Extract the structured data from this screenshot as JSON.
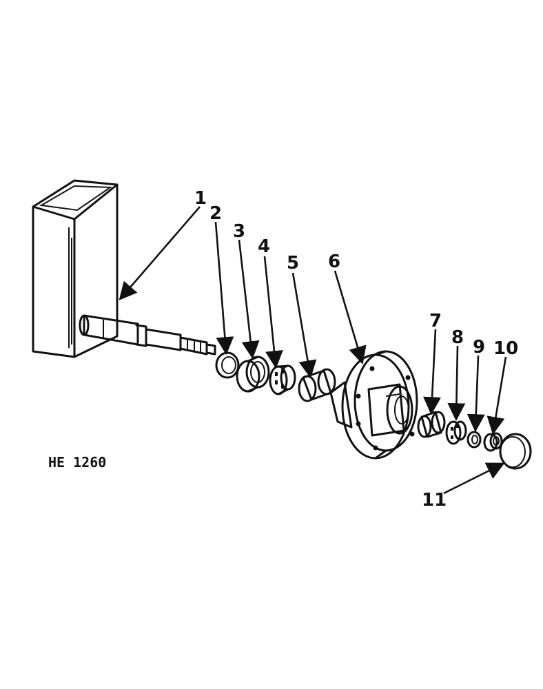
{
  "figure_code": "HE 1260",
  "callouts": [
    "1",
    "2",
    "3",
    "4",
    "5",
    "6",
    "7",
    "8",
    "9",
    "10",
    "11"
  ],
  "parts": [
    {
      "ref": "1",
      "name": "spindle"
    },
    {
      "ref": "2",
      "name": "seal"
    },
    {
      "ref": "3",
      "name": "bearing-cup"
    },
    {
      "ref": "4",
      "name": "bearing-cone"
    },
    {
      "ref": "5",
      "name": "bearing-cup"
    },
    {
      "ref": "6",
      "name": "wheel-hub"
    },
    {
      "ref": "7",
      "name": "bearing-cup"
    },
    {
      "ref": "8",
      "name": "bearing-cone"
    },
    {
      "ref": "9",
      "name": "washer"
    },
    {
      "ref": "10",
      "name": "nut"
    },
    {
      "ref": "11",
      "name": "hub-cap"
    }
  ]
}
